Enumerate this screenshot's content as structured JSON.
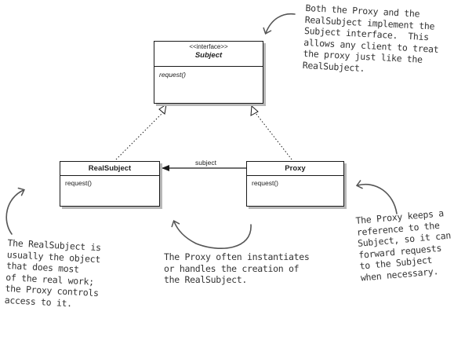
{
  "subject": {
    "stereotype": "<<interface>>",
    "name": "Subject",
    "method": "request()"
  },
  "real_subject": {
    "name": "RealSubject",
    "method": "request()"
  },
  "proxy": {
    "name": "Proxy",
    "method": "request()"
  },
  "association_label": "subject",
  "notes": {
    "interface": "Both the Proxy and the\nRealSubject implement the\nSubject interface.  This\nallows any client to treat\nthe proxy just like the\nRealSubject.",
    "real_subject": "The RealSubject is\nusually the object\nthat does most\nof the real work;\nthe Proxy controls\naccess to it.",
    "creation": "The Proxy often instantiates\nor handles the creation of\nthe RealSubject.",
    "proxy": "The Proxy keeps a\nreference to the\nSubject, so it can\nforward requests\nto the Subject\nwhen necessary."
  },
  "colors": {
    "line": "#1a1a1a",
    "shadow": "#b8b8b8",
    "handwriting": "#333333"
  }
}
